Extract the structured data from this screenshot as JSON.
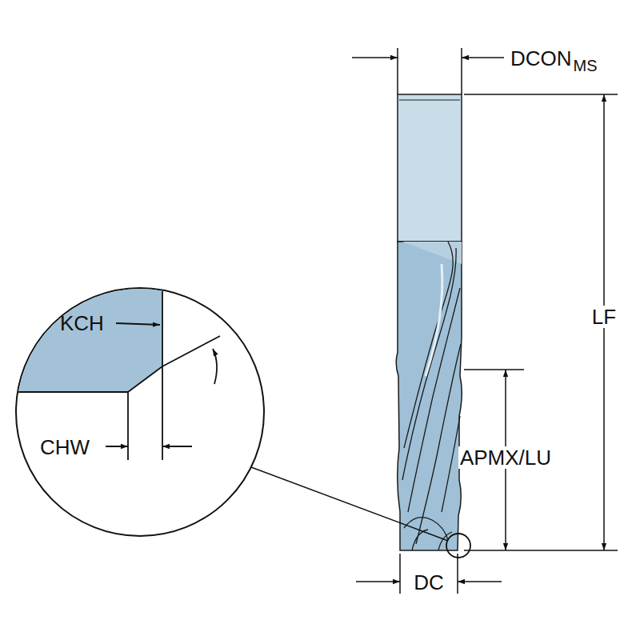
{
  "diagram": {
    "labels": [
      "DCON",
      "MS",
      "LF",
      "APMX/LU",
      "DC",
      "KCH",
      "CHW"
    ]
  }
}
